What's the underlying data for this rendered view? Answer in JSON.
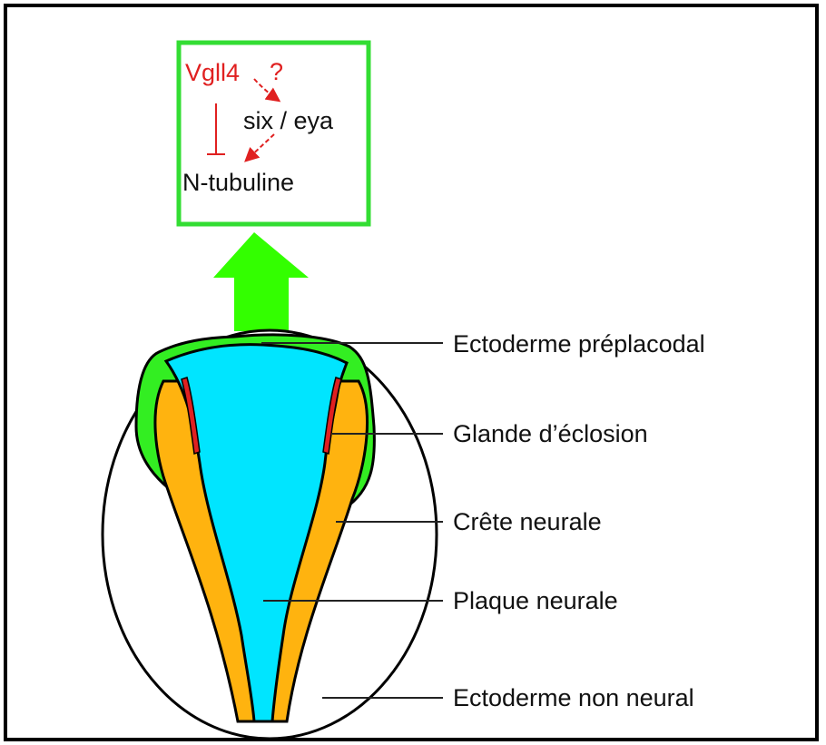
{
  "regulation_box": {
    "factor": "Vgll4",
    "question_mark": "?",
    "target": "six / eya",
    "output": "N-tubuline",
    "border_color": "#33dd33",
    "factor_color": "#e02020"
  },
  "labels": [
    {
      "text": "Ectoderme préplacodal"
    },
    {
      "text": "Glande d’éclosion"
    },
    {
      "text": "Crête neurale"
    },
    {
      "text": "Plaque neurale"
    },
    {
      "text": "Ectoderme non neural"
    }
  ],
  "colors": {
    "preplacodal": "#33ee22",
    "neural_plate": "#00e5ff",
    "neural_crest": "#ffb30f",
    "hatching_gland": "#e02020",
    "arrow": "#33ff00"
  }
}
